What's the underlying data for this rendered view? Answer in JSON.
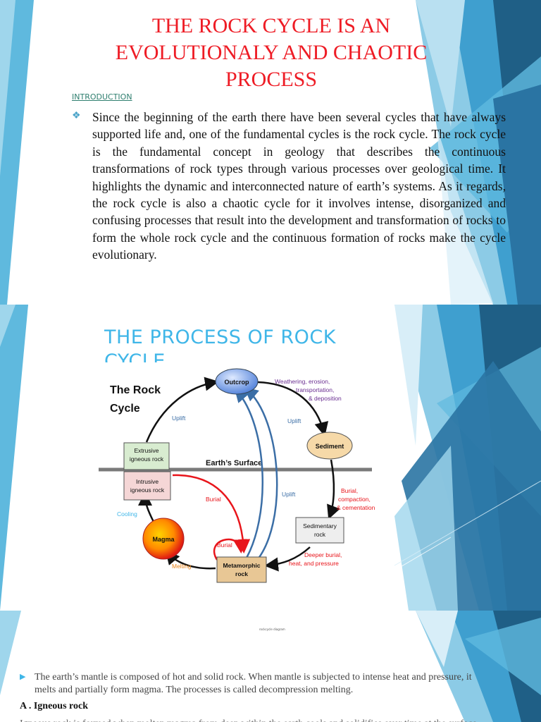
{
  "slide1": {
    "title": "THE ROCK CYCLE IS AN EVOLUTIONALY AND CHAOTIC PROCESS",
    "section_link": "INTRODUCTION ",
    "paragraph": "Since the beginning of the earth there have been several cycles that have always supported life and, one of the fundamental cycles is the rock cycle. The rock cycle is the fundamental concept in geology that describes the continuous transformations of rock types through various processes over geological time. It highlights the dynamic and interconnected nature of earth’s systems. As it regards, the rock cycle is also a chaotic cycle for it involves intense, disorganized and confusing processes that result into the development and transformation  of rocks to form the whole rock cycle and the continuous formation of rocks make the cycle evolutionary."
  },
  "slide2": {
    "title": "THE PROCESS OF ROCK CYCLE",
    "diagram": {
      "heading_line1": "The Rock",
      "heading_line2": "Cycle",
      "surface_label": "Earth’s Surface",
      "nodes": {
        "outcrop": "Outcrop",
        "sediment": "Sediment",
        "extrusive_line1": "Extrusive",
        "extrusive_line2": "igneous rock",
        "intrusive_line1": "Intrusive",
        "intrusive_line2": "igneous rock",
        "sedimentary_line1": "Sedimentary",
        "sedimentary_line2": "rock",
        "magma": "Magma",
        "metamorphic_line1": "Metamorphic",
        "metamorphic_line2": "rock"
      },
      "labels": {
        "weathering_1": "Weathering, erosion,",
        "weathering_2": "transportation,",
        "weathering_3": "& deposition",
        "uplift_left": "Uplift",
        "uplift_mid": "Uplift",
        "uplift_inner": "Uplift",
        "burial_1": "Burial,",
        "burial_2": "compaction,",
        "burial_3": "& cementation",
        "burial_red": "Burial",
        "burial_loop": "Burial",
        "cooling": "Cooling",
        "melting": "Melting",
        "deeper_1": "Deeper burial,",
        "deeper_2": "heat, and pressure"
      }
    }
  },
  "slide3": {
    "tiny_caption": "rockcycle diagram",
    "bullet_text": "The earth’s mantle is composed of hot and solid rock. When mantle is subjected to intense heat and pressure, it melts and partially form magma. The processes is called decompression melting.",
    "heading": "A . Igneous rock",
    "clipped_line": "Igneous rock is formed when molten magma from deep within the earth cools and solidifies over time at the surface"
  },
  "colors": {
    "title_red": "#ee1c25",
    "accent_blue": "#3fb6e8",
    "dark_blue": "#1f5f86",
    "link_green": "#2f7f6f"
  }
}
